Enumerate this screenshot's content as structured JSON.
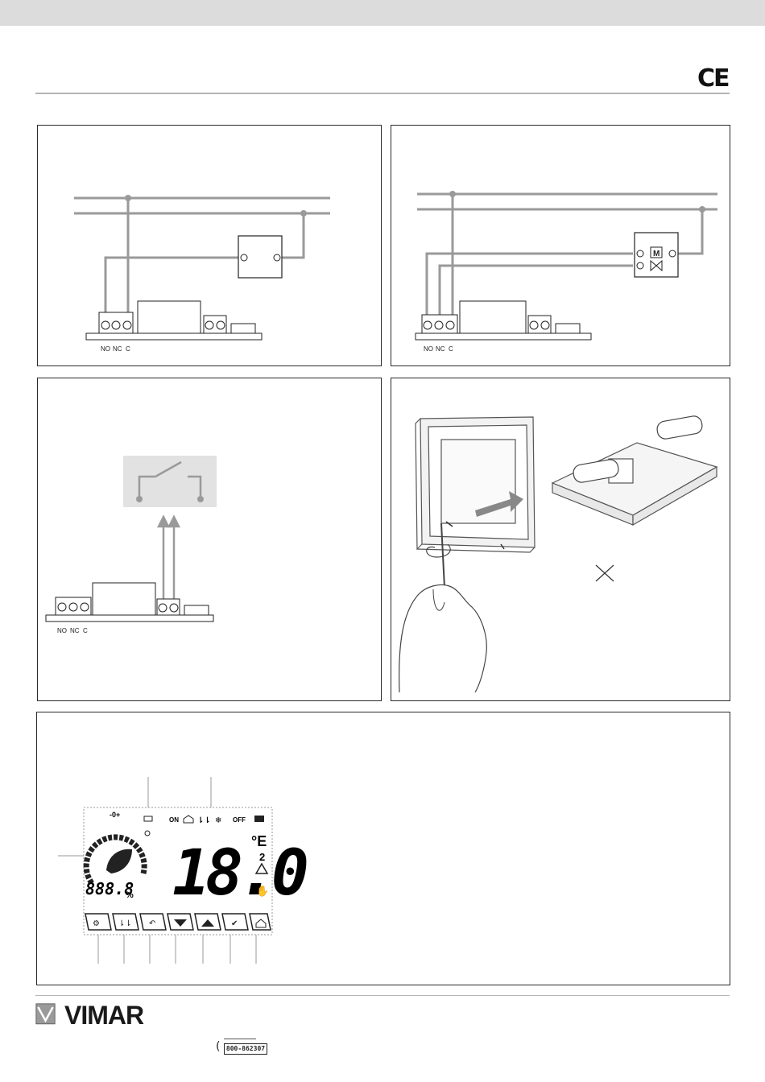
{
  "header": {
    "ce_mark": "CE"
  },
  "panels": {
    "wiring_a": {
      "terminal_labels": [
        "NO",
        "NC",
        "C"
      ]
    },
    "wiring_b": {
      "terminal_labels": [
        "NO",
        "NC",
        "C"
      ],
      "motor_label": "M"
    },
    "remote_contact": {
      "terminal_labels": [
        "NO",
        "NC",
        "C"
      ]
    },
    "installation": {}
  },
  "lcd": {
    "icons_top": [
      "battery-icon",
      "key-icon",
      "power-icon",
      "home-icon",
      "thermometer-icon",
      "snowflake-icon",
      "eco-icon"
    ],
    "on_label": "ON",
    "off_label": "OFF",
    "range_label": "-0+",
    "temperature": "18.0",
    "unit": "°E",
    "level": "2",
    "secondary_value": "888.8",
    "percent": "%",
    "bottom_buttons": [
      "settings-button",
      "thermo-button",
      "back-button",
      "down-button",
      "up-button",
      "confirm-button",
      "home-button"
    ]
  },
  "footer": {
    "brand": "VIMAR",
    "phone_number": "800-862307"
  },
  "colors": {
    "wire": "#9a9a9a",
    "border": "#2a2a2a",
    "topbar": "#dcdcdc"
  }
}
